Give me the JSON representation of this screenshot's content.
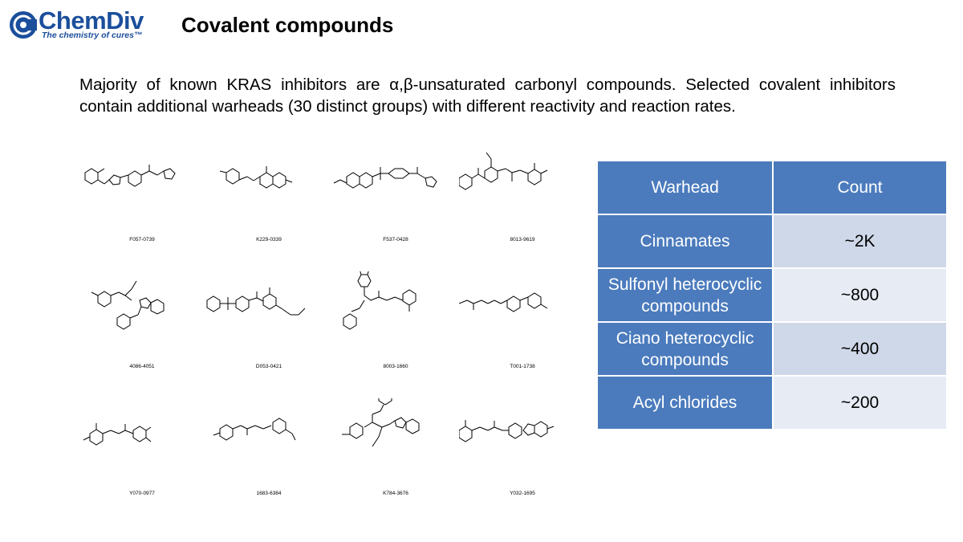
{
  "brand": {
    "name": "ChemDiv",
    "tagline": "The chemistry of cures™"
  },
  "title": "Covalent compounds",
  "intro": "Majority of known KRAS inhibitors are α,β-unsaturated carbonyl compounds. Selected covalent inhibitors contain additional warheads (30 distinct groups) with different reactivity and reaction rates.",
  "compounds": [
    "F057-0739",
    "K229-0339",
    "F537-0428",
    "8013-9619",
    "4086-4051",
    "D053-0421",
    "8003-1660",
    "T001-1738",
    "Y070-0977",
    "1683-6384",
    "K784-3676",
    "Y032-1695"
  ],
  "table": {
    "headers": [
      "Warhead",
      "Count"
    ],
    "rows": [
      {
        "warhead": "Cinnamates",
        "count": "~2K"
      },
      {
        "warhead": "Sulfonyl heterocyclic compounds",
        "count": "~800"
      },
      {
        "warhead": "Ciano heterocyclic compounds",
        "count": "~400"
      },
      {
        "warhead": "Acyl chlorides",
        "count": "~200"
      }
    ]
  },
  "colors": {
    "brand": "#1b4f9c",
    "table_header": "#4b7bbd",
    "row_odd": "#cfd8e8",
    "row_even": "#e6ebf4"
  }
}
